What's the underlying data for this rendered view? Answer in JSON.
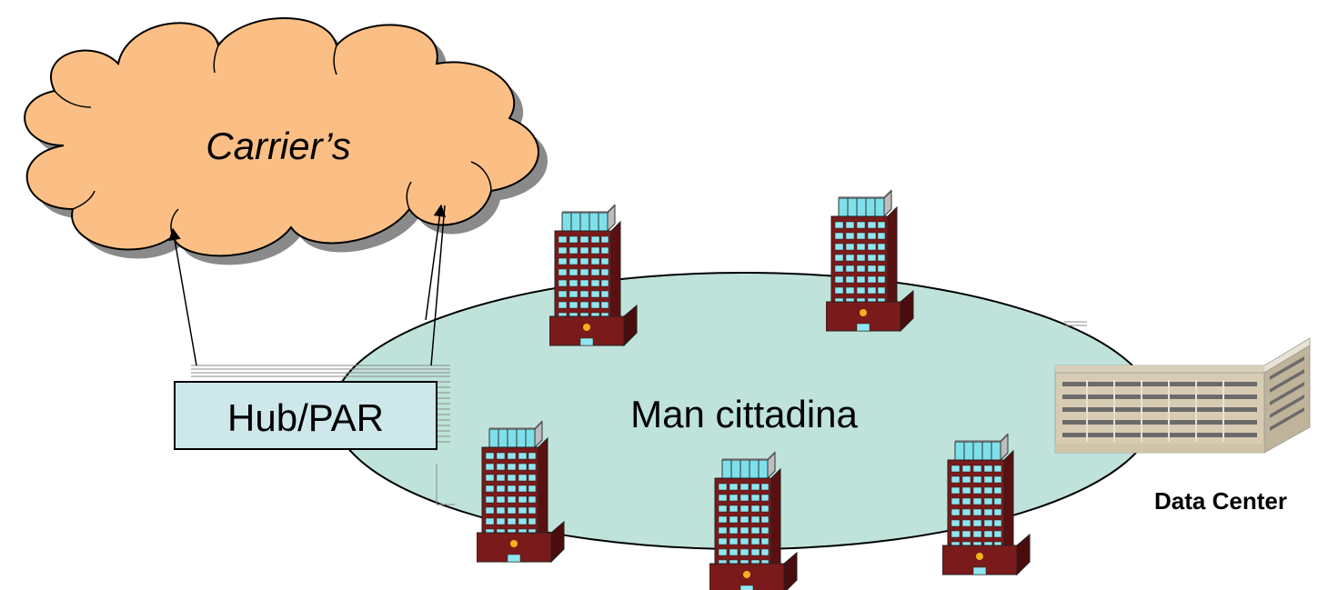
{
  "cloud": {
    "label": "Carrier’s",
    "fill": "#FBBF85"
  },
  "ring": {
    "label": "Man cittadina",
    "fill": "#BFE3DB"
  },
  "hub": {
    "label": "Hub/PAR",
    "fill": "#CDE7EB"
  },
  "datacenter": {
    "label": "Data Center"
  },
  "building_colors": {
    "body": "#7A1A1A",
    "side": "#4A0C0C",
    "window": "#8FE6F0",
    "roof": "#C0C0C0"
  }
}
